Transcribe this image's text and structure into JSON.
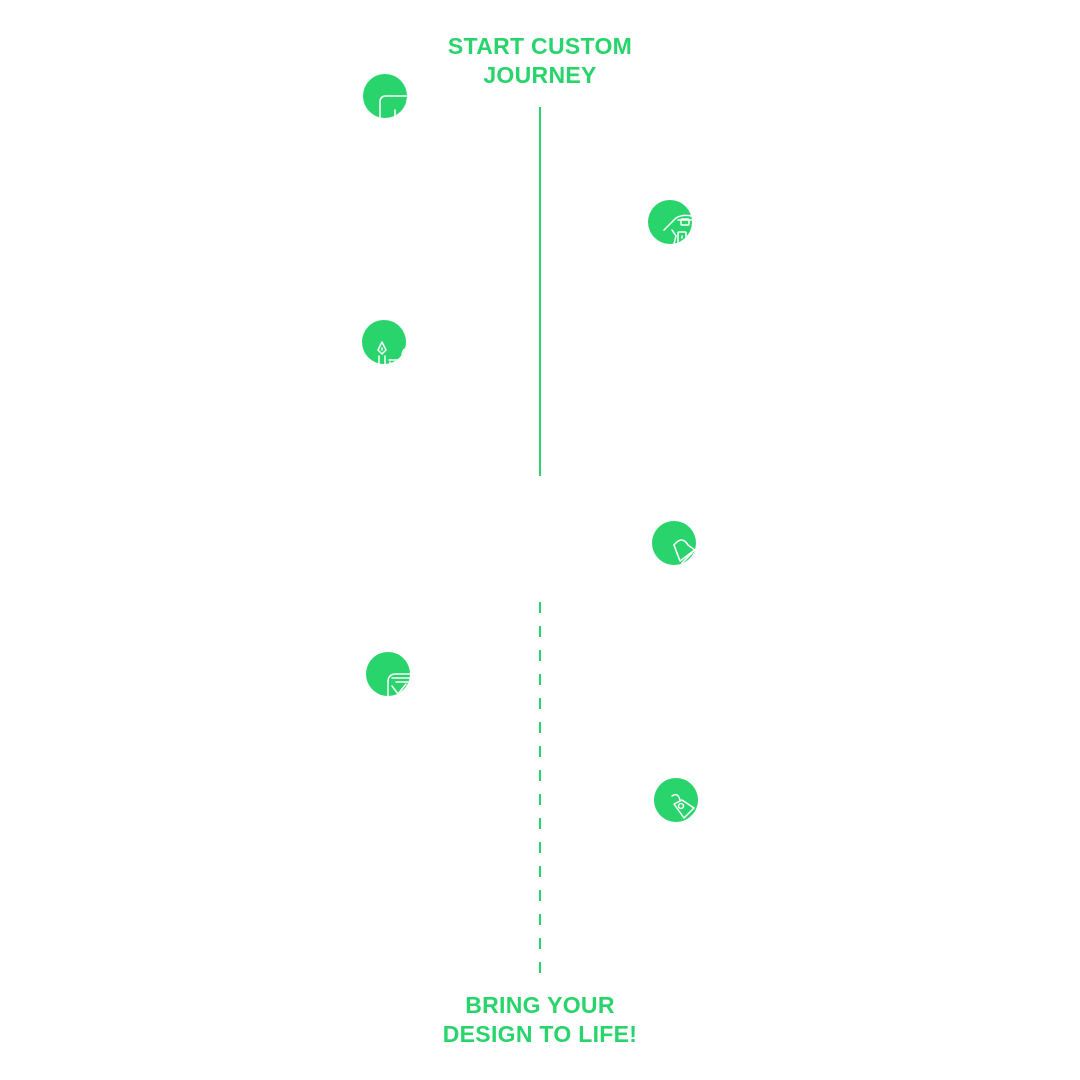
{
  "header": {
    "title_line1": "START CUSTOM",
    "title_line2": "JOURNEY"
  },
  "footer": {
    "title_line1": "BRING YOUR",
    "title_line2": "DESIGN TO LIFE!"
  },
  "nodes": [
    {
      "side": "left",
      "icon": "design-card-icon"
    },
    {
      "side": "right",
      "icon": "hand-drawing-icon"
    },
    {
      "side": "left",
      "icon": "pen-tool-icon"
    },
    {
      "side": "right",
      "icon": "approval-shape-icon"
    },
    {
      "side": "left",
      "icon": "checkbox-list-icon"
    },
    {
      "side": "right",
      "icon": "tag-label-icon"
    }
  ],
  "colors": {
    "accent": "#28d46b",
    "icon_stroke": "#ffffff",
    "background": "#ffffff"
  }
}
